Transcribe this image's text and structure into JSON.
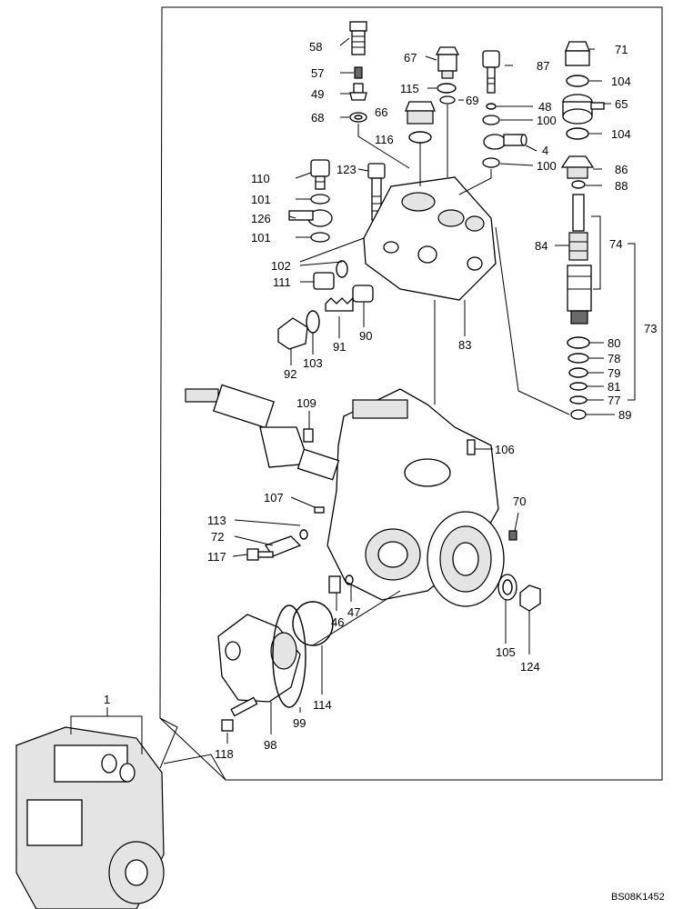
{
  "diagram": {
    "drawing_code": "BS08K1452",
    "overview_label": "1",
    "callouts": [
      "58",
      "57",
      "49",
      "68",
      "67",
      "115",
      "69",
      "87",
      "48",
      "100",
      "4",
      "100",
      "71",
      "104",
      "65",
      "104",
      "86",
      "88",
      "66",
      "116",
      "110",
      "101",
      "126",
      "101",
      "123",
      "102",
      "111",
      "90",
      "91",
      "92",
      "103",
      "83",
      "84",
      "74",
      "73",
      "80",
      "78",
      "79",
      "81",
      "77",
      "89",
      "109",
      "106",
      "107",
      "113",
      "72",
      "117",
      "70",
      "46",
      "47",
      "105",
      "124",
      "114",
      "99",
      "98",
      "118"
    ]
  }
}
